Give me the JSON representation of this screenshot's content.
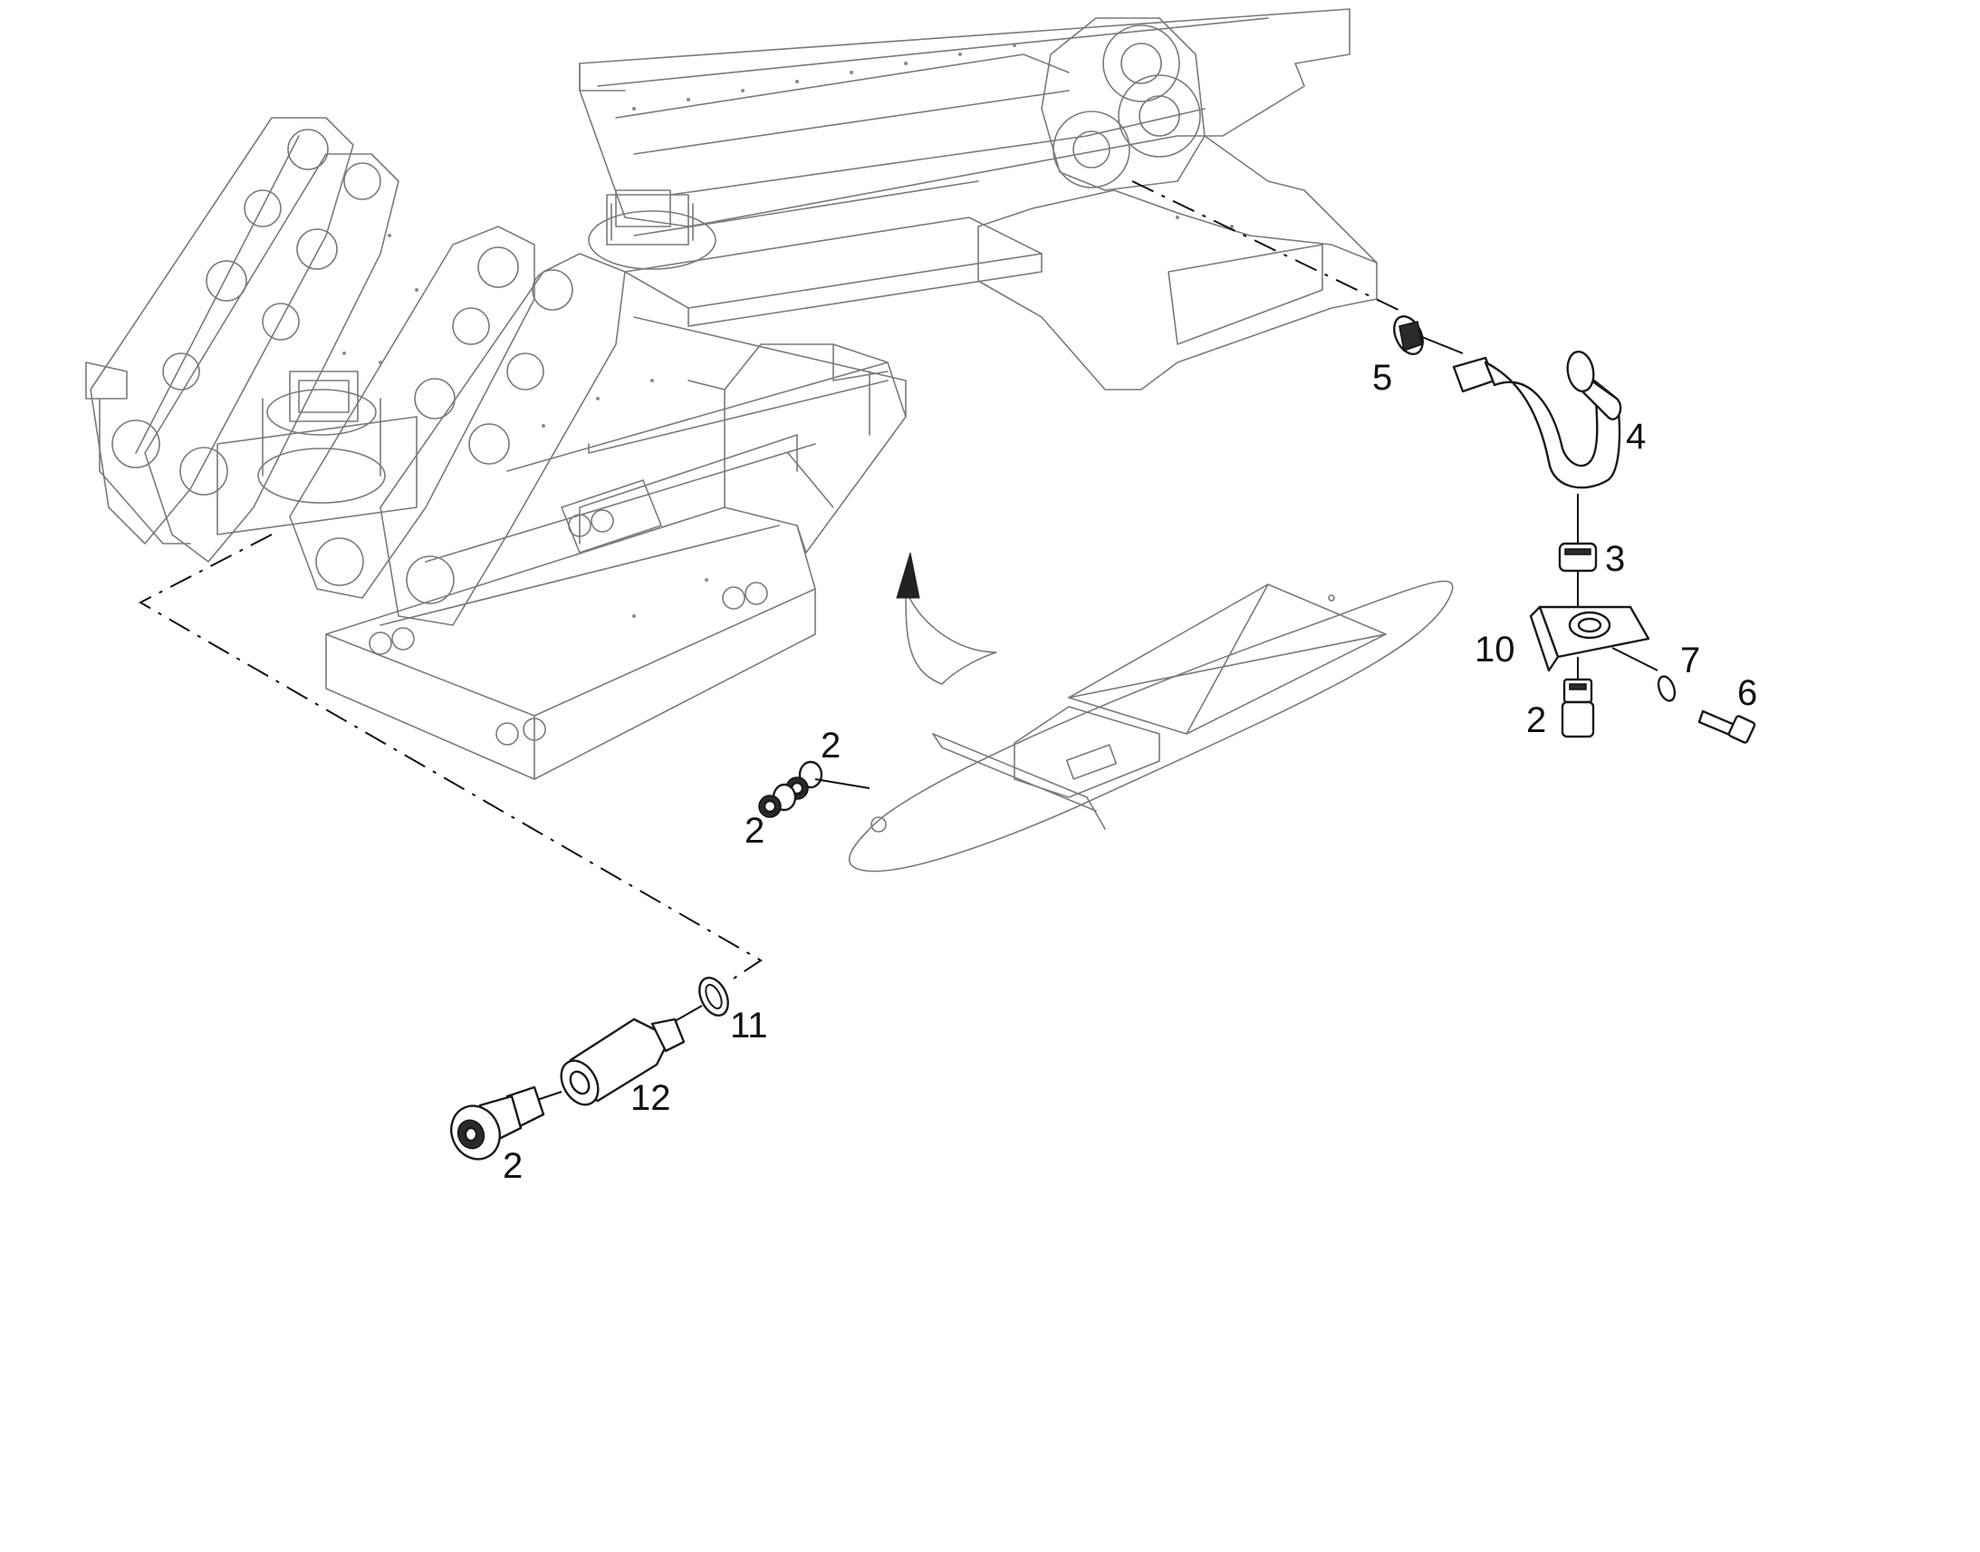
{
  "diagram": {
    "type": "exploded-parts-view",
    "callouts": {
      "c5": "5",
      "c4": "4",
      "c3": "3",
      "c10": "10",
      "c7": "7",
      "c6": "6",
      "c2_right": "2",
      "c2_mid_top": "2",
      "c2_mid_bottom": "2",
      "c11": "11",
      "c12": "12",
      "c2_bottom": "2"
    }
  }
}
